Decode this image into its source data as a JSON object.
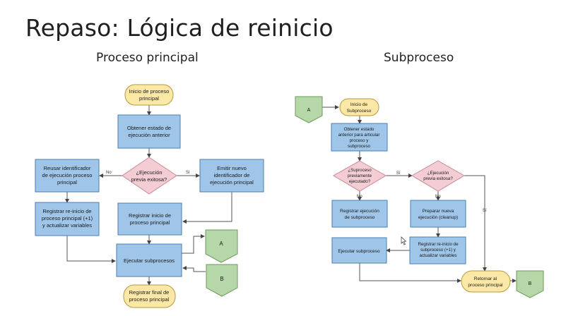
{
  "slide": {
    "title": "Repaso: Lógica de reinicio",
    "left_subtitle": "Proceso principal",
    "right_subtitle": "Subproceso"
  },
  "main": {
    "start": [
      "Inicio de proceso",
      "principal"
    ],
    "get_state": [
      "Obtener estado de",
      "ejecución anterior"
    ],
    "decision": [
      "¿Ejecución",
      "previa exitosa?"
    ],
    "reuse": [
      "Reusar identificador",
      "de ejecución proceso",
      "principal"
    ],
    "emit": [
      "Emitir nuevo",
      "identificador de",
      "ejecución principal"
    ],
    "register_restart": [
      "Registrar re-inicio de",
      "proceso principal (+1)",
      "y actualizar variables"
    ],
    "register_start": [
      "Registrar inicio de",
      "proceso principal"
    ],
    "run_sub": [
      "Ejecutar subprocesos"
    ],
    "register_end": [
      "Registrar final de",
      "proceso principal"
    ],
    "connector_a": "A",
    "connector_b": "B",
    "label_no": "No",
    "label_yes": "Sí"
  },
  "sub": {
    "connector_a": "A",
    "start": [
      "Inicio de",
      "Subproceso"
    ],
    "get_state": [
      "Obtener estado",
      "anterior para articular",
      "proceso y",
      "subproceso"
    ],
    "decision1": [
      "¿Suproceso",
      "previamente",
      "ejecutado?"
    ],
    "decision2": [
      "¿Ejecución",
      "previa exitosa?"
    ],
    "register_run": [
      "Registrar ejecución",
      "de subproceso"
    ],
    "prepare": [
      "Preparar nueva",
      "ejecución (cleanup)"
    ],
    "register_restart": [
      "Registrar re-inicio de",
      "subproceso (+1) y",
      "actualizar variables"
    ],
    "run_sub": [
      "Ejecutar subproceso"
    ],
    "return": [
      "Retornar al",
      "proceso principal"
    ],
    "connector_b": "B",
    "label_no1": "No",
    "label_yes1": "Sí",
    "label_no2": "No",
    "label_yes2": "Sí"
  }
}
